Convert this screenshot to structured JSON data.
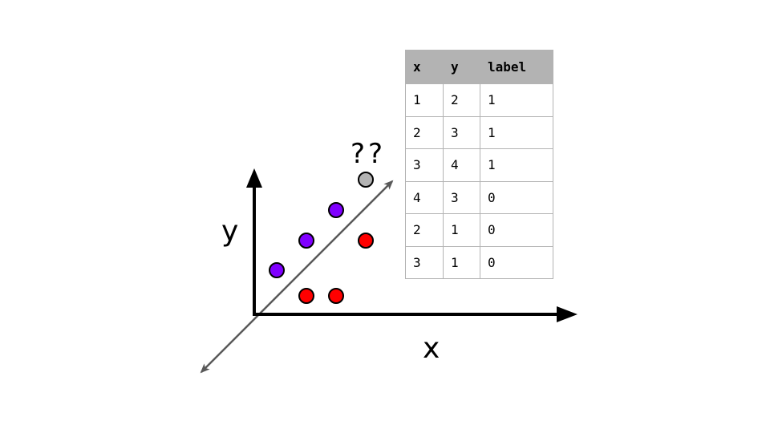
{
  "diagram": {
    "x_axis_label": "x",
    "y_axis_label": "y",
    "unknown_label": "??",
    "colors": {
      "label_1": "#8000ff",
      "label_0": "#ff0000",
      "unknown": "#b3b3b3",
      "boundary": "#595959",
      "axis": "#000000"
    },
    "points": [
      {
        "class": "1"
      },
      {
        "class": "1"
      },
      {
        "class": "1"
      },
      {
        "class": "0"
      },
      {
        "class": "0"
      },
      {
        "class": "0"
      },
      {
        "class": "unknown"
      }
    ]
  },
  "table": {
    "headers": [
      "x",
      "y",
      "label"
    ],
    "rows": [
      [
        "1",
        "2",
        "1"
      ],
      [
        "2",
        "3",
        "1"
      ],
      [
        "3",
        "4",
        "1"
      ],
      [
        "4",
        "3",
        "0"
      ],
      [
        "2",
        "1",
        "0"
      ],
      [
        "3",
        "1",
        "0"
      ]
    ]
  }
}
